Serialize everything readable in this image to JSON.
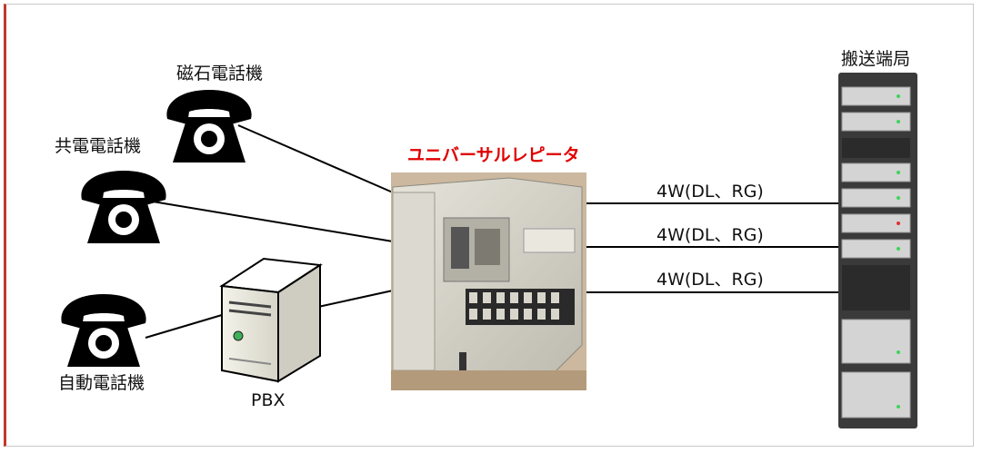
{
  "labels": {
    "magneto_phone": "磁石電話機",
    "common_battery_phone": "共電電話機",
    "auto_phone": "自動電話機",
    "pbx": "PBX",
    "universal_repeater": "ユニバーサルレピータ",
    "carrier_terminal": "搬送端局",
    "line_1": "4W(DL、RG)",
    "line_2": "4W(DL、RG)",
    "line_3": "4W(DL、RG)"
  },
  "colors": {
    "accent_red": "#e00000",
    "frame_left": "#c0392b",
    "rack": "#3a3a3a",
    "device_body": "#d8d6cc"
  },
  "icons": [
    "telephone-icon",
    "server-tower-icon",
    "equipment-rack-icon"
  ]
}
